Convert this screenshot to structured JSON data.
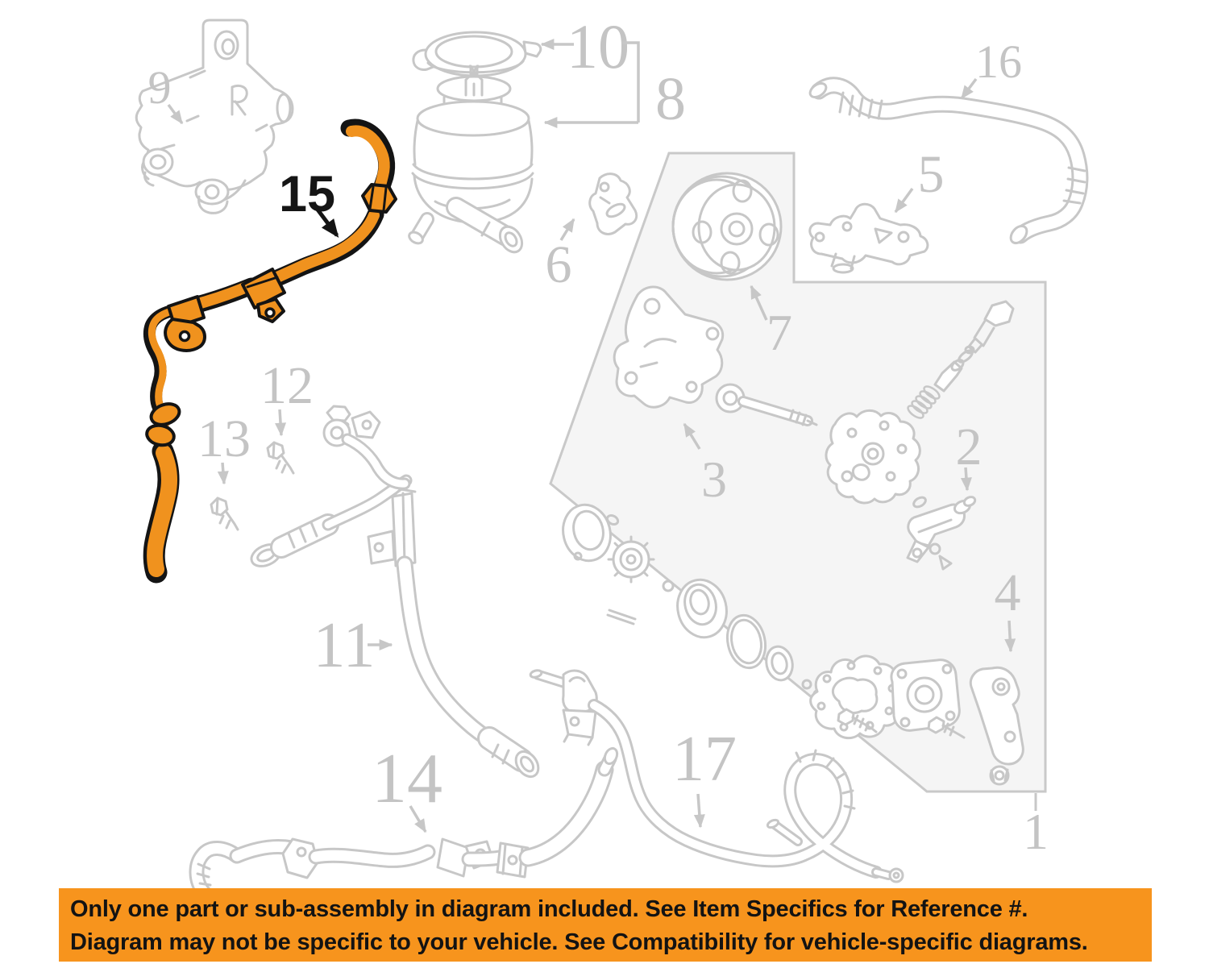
{
  "refs": {
    "r1": "1",
    "r2": "2",
    "r3": "3",
    "r4": "4",
    "r5": "5",
    "r6": "6",
    "r7": "7",
    "r8": "8",
    "r9": "9",
    "r10": "10",
    "r11": "11",
    "r12": "12",
    "r13": "13",
    "r14": "14",
    "r15": "15",
    "r16": "16",
    "r17": "17"
  },
  "highlighted_ref": "15",
  "banner": {
    "line1": "Only one part or sub-assembly in diagram included. See Item Specifics for Reference #.",
    "line2": "Diagram may not be specific to your vehicle. See Compatibility for vehicle-specific diagrams."
  },
  "colors": {
    "highlight": "#F0921E",
    "banner_background": "#F7941D",
    "line_art": "#C7C7C7"
  }
}
